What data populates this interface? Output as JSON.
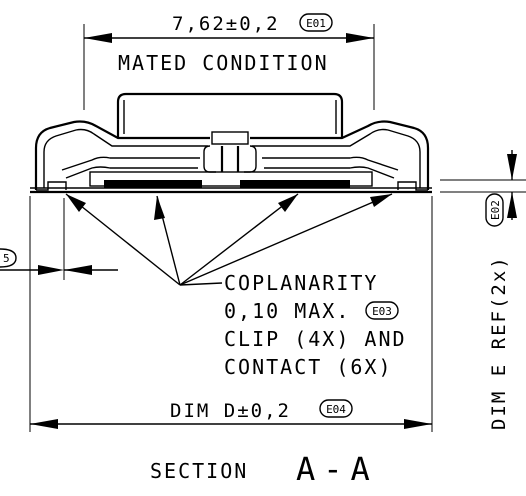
{
  "top_dimension": {
    "value": "7,62±0,2",
    "note": "E01",
    "condition": "MATED CONDITION"
  },
  "left_partial_note": "5",
  "callout": {
    "line1": "COPLANARITY",
    "line2": "0,10 MAX.",
    "line2_note": "E03",
    "line3": "CLIP (4X) AND",
    "line4": "CONTACT (6X)"
  },
  "bottom_dimension": {
    "value": "DIM D±0,2",
    "note": "E04"
  },
  "right_dimension": {
    "value": "DIM E REF(2x)",
    "note": "E02"
  },
  "section_label": {
    "prefix": "SECTION",
    "letters": "A-A"
  }
}
